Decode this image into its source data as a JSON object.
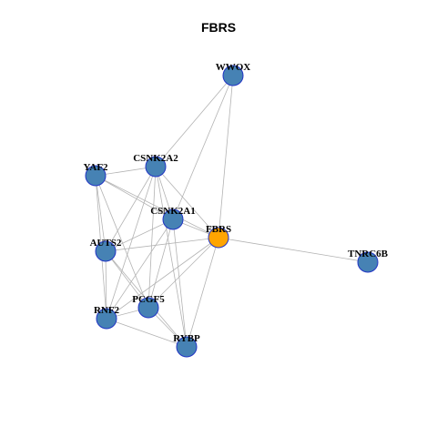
{
  "title": "FBRS",
  "colors": {
    "node_fill": "#4682b4",
    "node_border": "#2134c4",
    "hub_fill": "#ffa500",
    "edge": "#b3b3b3"
  },
  "network": {
    "nodes": [
      {
        "id": "WWOX",
        "label": "WWOX",
        "hub": false
      },
      {
        "id": "CSNK2A2",
        "label": "CSNK2A2",
        "hub": false
      },
      {
        "id": "YAF2",
        "label": "YAF2",
        "hub": false
      },
      {
        "id": "CSNK2A1",
        "label": "CSNK2A1",
        "hub": false
      },
      {
        "id": "FBRS",
        "label": "FBRS",
        "hub": true
      },
      {
        "id": "AUTS2",
        "label": "AUTS2",
        "hub": false
      },
      {
        "id": "TNRC6B",
        "label": "TNRC6B",
        "hub": false
      },
      {
        "id": "PCGF5",
        "label": "PCGF5",
        "hub": false
      },
      {
        "id": "RNF2",
        "label": "RNF2",
        "hub": false
      },
      {
        "id": "RYBP",
        "label": "RYBP",
        "hub": false
      }
    ],
    "edges": [
      [
        "WWOX",
        "CSNK2A2"
      ],
      [
        "WWOX",
        "CSNK2A1"
      ],
      [
        "WWOX",
        "FBRS"
      ],
      [
        "CSNK2A2",
        "YAF2"
      ],
      [
        "CSNK2A2",
        "CSNK2A1"
      ],
      [
        "CSNK2A2",
        "FBRS"
      ],
      [
        "CSNK2A2",
        "AUTS2"
      ],
      [
        "CSNK2A2",
        "PCGF5"
      ],
      [
        "CSNK2A2",
        "RNF2"
      ],
      [
        "CSNK2A2",
        "RYBP"
      ],
      [
        "YAF2",
        "CSNK2A1"
      ],
      [
        "YAF2",
        "FBRS"
      ],
      [
        "YAF2",
        "AUTS2"
      ],
      [
        "YAF2",
        "PCGF5"
      ],
      [
        "YAF2",
        "RNF2"
      ],
      [
        "CSNK2A1",
        "FBRS"
      ],
      [
        "CSNK2A1",
        "AUTS2"
      ],
      [
        "CSNK2A1",
        "PCGF5"
      ],
      [
        "CSNK2A1",
        "RNF2"
      ],
      [
        "CSNK2A1",
        "RYBP"
      ],
      [
        "FBRS",
        "TNRC6B"
      ],
      [
        "FBRS",
        "AUTS2"
      ],
      [
        "FBRS",
        "PCGF5"
      ],
      [
        "FBRS",
        "RNF2"
      ],
      [
        "FBRS",
        "RYBP"
      ],
      [
        "AUTS2",
        "PCGF5"
      ],
      [
        "AUTS2",
        "RNF2"
      ],
      [
        "AUTS2",
        "RYBP"
      ],
      [
        "PCGF5",
        "RNF2"
      ],
      [
        "PCGF5",
        "RYBP"
      ],
      [
        "RNF2",
        "RYBP"
      ]
    ]
  }
}
